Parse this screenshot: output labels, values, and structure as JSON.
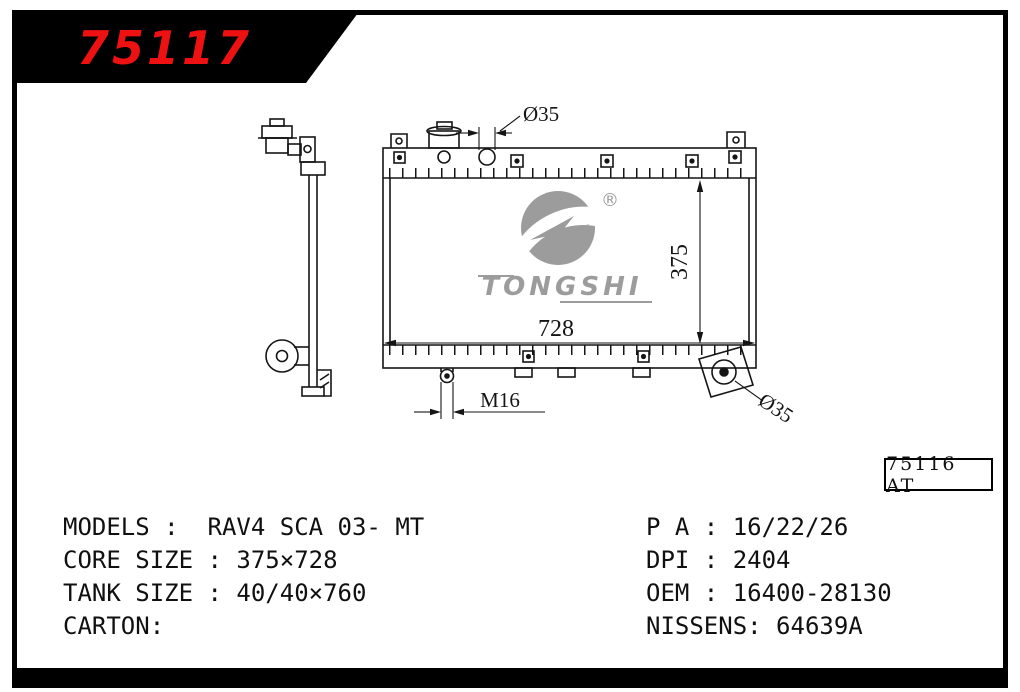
{
  "page": {
    "part_number": "75117"
  },
  "drawing": {
    "dim_filler_diameter": "Ø35",
    "dim_core_height": "375",
    "dim_core_width": "728",
    "dim_outlet_diameter": "Ø35",
    "dim_drain_thread": "M16",
    "watermark": {
      "brand": "TONGSHI",
      "registered_mark": "®"
    },
    "ref_code": "75116 AT"
  },
  "specs": {
    "left": [
      "MODELS :  RAV4 SCA 03- MT",
      "CORE SIZE : 375×728",
      "TANK SIZE : 40/40×760",
      "CARTON:"
    ],
    "right": [
      "P A : 16/22/26",
      "DPI : 2404",
      "OEM : 16400-28130",
      "NISSENS: 64639A"
    ]
  },
  "colors": {
    "banner_bg": "#000000",
    "part_number_red": "#ee1111",
    "line_black": "#151515",
    "watermark_gray": "#9c9c9c"
  }
}
